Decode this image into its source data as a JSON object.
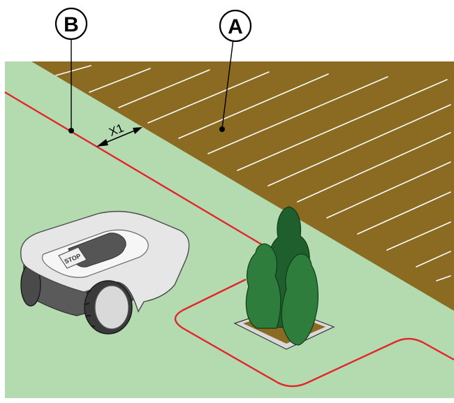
{
  "callouts": {
    "a": "A",
    "b": "B"
  },
  "dimension": {
    "label": "X1"
  },
  "mower": {
    "stop_label": "STOP"
  },
  "colors": {
    "lawn": "#b4dbb0",
    "soil": "#8b6a22",
    "soil_lines": "#ffffff",
    "boundary_wire": "#e3242b",
    "bush_dark": "#1f5f2e",
    "bush_mid": "#2f7d3c",
    "mower_body": "#e6e6e6",
    "mower_dark": "#5a5a5a"
  }
}
